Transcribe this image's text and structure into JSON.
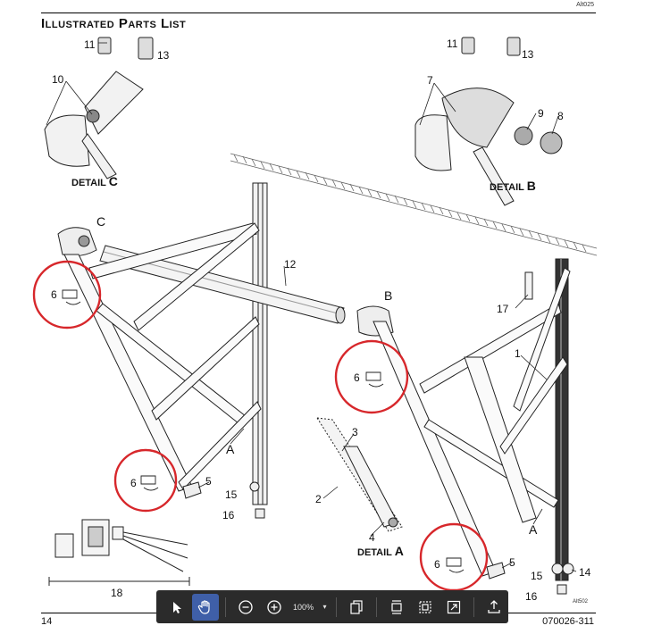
{
  "document": {
    "title": "Illustrated Parts List",
    "corner_code": "Alt025",
    "page_number": "14",
    "doc_number": "070026-311",
    "art_code": "Alt502"
  },
  "callouts": {
    "n1": "1",
    "n2": "2",
    "n3": "3",
    "n4": "4",
    "n5a": "5",
    "n5b": "5",
    "n6a": "6",
    "n6b": "6",
    "n6c": "6",
    "n6d": "6",
    "n7": "7",
    "n8": "8",
    "n9": "9",
    "n10": "10",
    "n11a": "11",
    "n11b": "11",
    "n12": "12",
    "n13a": "13",
    "n13b": "13",
    "n14": "14",
    "n15a": "15",
    "n15b": "15",
    "n16a": "16",
    "n16b": "16",
    "n17": "17",
    "n18": "18",
    "letterA1": "A",
    "letterA2": "A",
    "letterB": "B",
    "letterC": "C"
  },
  "details": {
    "detail_c_word": "DETAIL",
    "detail_c_letter": "C",
    "detail_b_word": "DETAIL",
    "detail_b_letter": "B",
    "detail_a_word": "DETAIL",
    "detail_a_letter": "A"
  },
  "toolbar": {
    "zoom_value": "100%",
    "icons": [
      "select-arrow-icon",
      "hand-pan-icon",
      "zoom-out-icon",
      "zoom-in-icon",
      "page-icon",
      "fit-height-icon",
      "fit-page-icon",
      "fullscreen-icon",
      "export-icon"
    ],
    "active_tool": "hand-pan-icon"
  },
  "colors": {
    "highlight_circle": "#d7272b",
    "toolbar_bg": "#2b2b2b",
    "active_tool_bg": "#3f5fa8"
  }
}
